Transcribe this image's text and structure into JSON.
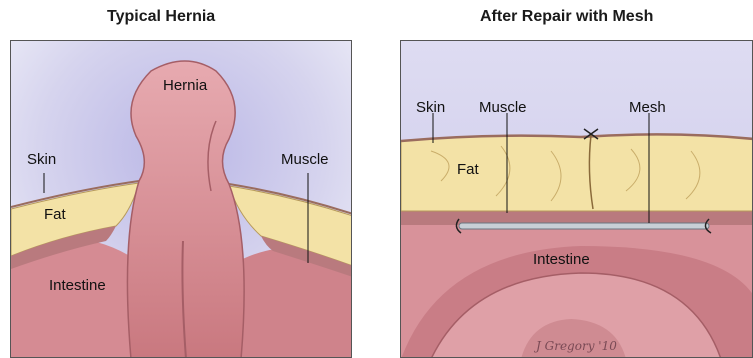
{
  "panels": [
    {
      "title": "Typical Hernia",
      "labels": {
        "hernia": "Hernia",
        "skin": "Skin",
        "muscle": "Muscle",
        "fat": "Fat",
        "intestine": "Intestine"
      }
    },
    {
      "title": "After Repair with Mesh",
      "labels": {
        "skin": "Skin",
        "muscle": "Muscle",
        "mesh": "Mesh",
        "fat": "Fat",
        "intestine": "Intestine"
      },
      "signature": "J Gregory '10"
    }
  ],
  "colors": {
    "background_blue": "#c9c6e8",
    "tissue_pink": "#d9919a",
    "fat_yellow": "#f3e2a6",
    "muscle_red": "#b97a7e",
    "mesh_gray": "#c8cfd6"
  }
}
